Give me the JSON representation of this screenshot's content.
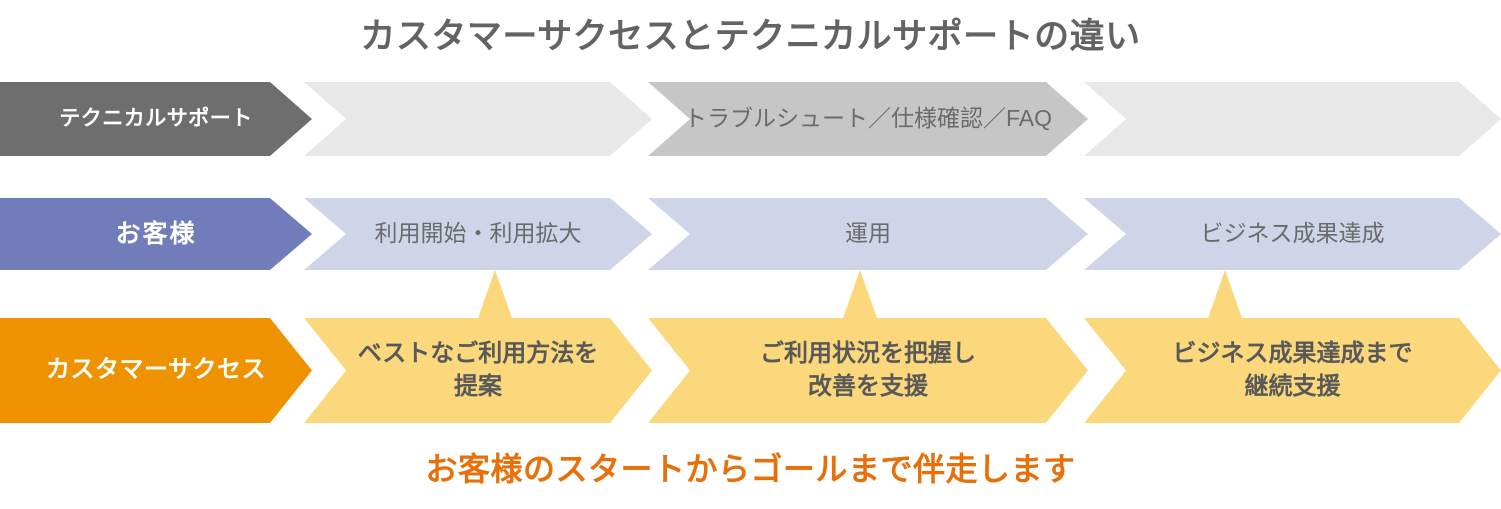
{
  "title": "カスタマーサクセスとテクニカルサポートの違い",
  "caption": "お客様のスタートからゴールまで伴走します",
  "colors": {
    "title_text": "#636363",
    "caption_text": "#E8700A",
    "support_label_bg": "#6E6E6E",
    "support_band_bg": "#E8E8E8",
    "support_active_bg": "#C6C6C6",
    "customer_label_bg": "#717CBA",
    "customer_band_bg": "#CFD4E8",
    "success_label_bg": "#EF9200",
    "success_band_bg": "#FBD87C",
    "band_text": "#6B6B6B",
    "success_text": "#595959",
    "label_text": "#FFFFFF"
  },
  "rows": [
    {
      "id": "technical-support",
      "label": "テクニカルサポート",
      "segments": [
        {
          "text": ""
        },
        {
          "text": "トラブルシュート／仕様確認／FAQ"
        },
        {
          "text": ""
        }
      ]
    },
    {
      "id": "customer",
      "label": "お客様",
      "segments": [
        {
          "text": "利用開始・利用拡大"
        },
        {
          "text": "運用"
        },
        {
          "text": "ビジネス成果達成"
        }
      ]
    },
    {
      "id": "customer-success",
      "label": "カスタマーサクセス",
      "segments": [
        {
          "text": "ベストなご利用方法を\n提案"
        },
        {
          "text": "ご利用状況を把握し\n改善を支援"
        },
        {
          "text": "ビジネス成果達成まで\n継続支援"
        }
      ]
    }
  ]
}
